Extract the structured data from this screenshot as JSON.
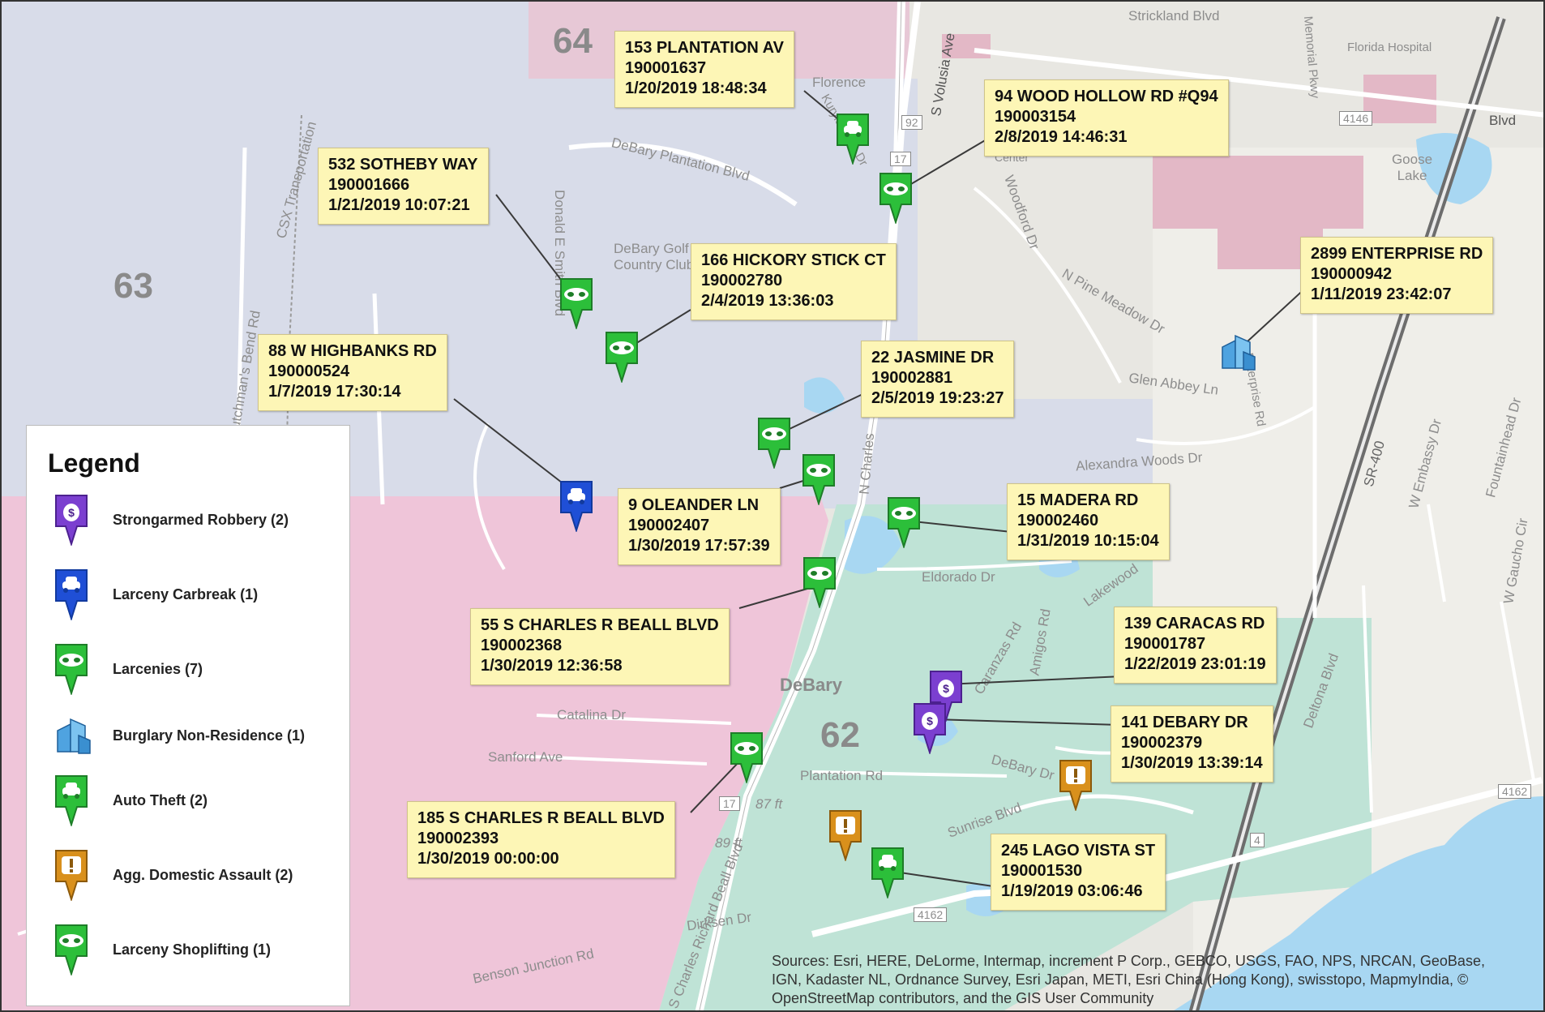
{
  "zones": [
    {
      "label": "64"
    },
    {
      "label": "63"
    },
    {
      "label": "62"
    }
  ],
  "streets": [
    "Florence",
    "DeBary Plantation Blvd",
    "Donald E Smith Blvd",
    "CSX Transportation",
    "DeBary Golf Country Club",
    "Dutchman's Bend Rd",
    "N Pine Meadow Dr",
    "Glen Abbey Ln",
    "Alexandra Woods Dr",
    "Eldorado Dr",
    "Amigos Rd",
    "Catalina Dr",
    "Sanford Ave",
    "DeBary",
    "Plantation Rd",
    "Dirksen Dr",
    "Benson Junction Rd",
    "Florida Hospital",
    "Goose Lake",
    "Blvd",
    "SR-400",
    "W Embassy Dr",
    "Fountainhead Dr",
    "W Gaucho Cir",
    "Deltona Blvd",
    "Woodford Dr",
    "Center",
    "N Charles",
    "S Volusia Ave",
    "Strickland Blvd",
    "Memorial Pkwy",
    "Enterprise Rd",
    "Kuryla Lake Dr",
    "DeBary Dr",
    "Sunrise Blvd",
    "Lakewood",
    "Caranzas Rd",
    "S Charles Richard Beall Blvd",
    "87 ft",
    "89 ft"
  ],
  "shields": [
    "92",
    "17",
    "4146",
    "4162",
    "4162",
    "17",
    "4"
  ],
  "callouts": [
    {
      "address": "153 PLANTATION AV",
      "case": "190001637",
      "datetime": "1/20/2019 18:48:34"
    },
    {
      "address": "94 WOOD HOLLOW RD #Q94",
      "case": "190003154",
      "datetime": "2/8/2019 14:46:31"
    },
    {
      "address": "532 SOTHEBY WAY",
      "case": "190001666",
      "datetime": "1/21/2019 10:07:21"
    },
    {
      "address": "166 HICKORY STICK CT",
      "case": "190002780",
      "datetime": "2/4/2019 13:36:03"
    },
    {
      "address": "2899 ENTERPRISE RD",
      "case": "190000942",
      "datetime": "1/11/2019 23:42:07"
    },
    {
      "address": "88 W HIGHBANKS RD",
      "case": "190000524",
      "datetime": "1/7/2019 17:30:14"
    },
    {
      "address": "22 JASMINE DR",
      "case": "190002881",
      "datetime": "2/5/2019 19:23:27"
    },
    {
      "address": "9 OLEANDER LN",
      "case": "190002407",
      "datetime": "1/30/2019 17:57:39"
    },
    {
      "address": "15 MADERA RD",
      "case": "190002460",
      "datetime": "1/31/2019 10:15:04"
    },
    {
      "address": "55 S CHARLES R BEALL BLVD",
      "case": "190002368",
      "datetime": "1/30/2019 12:36:58"
    },
    {
      "address": "139 CARACAS RD",
      "case": "190001787",
      "datetime": "1/22/2019 23:01:19"
    },
    {
      "address": "141 DEBARY DR",
      "case": "190002379",
      "datetime": "1/30/2019 13:39:14"
    },
    {
      "address": "185 S CHARLES R BEALL BLVD",
      "case": "190002393",
      "datetime": "1/30/2019 00:00:00"
    },
    {
      "address": "245 LAGO VISTA ST",
      "case": "190001530",
      "datetime": "1/19/2019 03:06:46"
    }
  ],
  "legend": {
    "title": "Legend",
    "items": [
      {
        "icon": "money-bag-icon",
        "label": "Strongarmed Robbery (2)",
        "color": "#7b3fd0"
      },
      {
        "icon": "car-icon",
        "label": "Larceny Carbreak (1)",
        "color": "#1f4fd6"
      },
      {
        "icon": "mask-icon",
        "label": "Larcenies (7)",
        "color": "#2cbf3a"
      },
      {
        "icon": "buildings-icon",
        "label": "Burglary Non-Residence (1)",
        "color": "#3a8fd0"
      },
      {
        "icon": "car-icon",
        "label": "Auto Theft (2)",
        "color": "#2cbf3a"
      },
      {
        "icon": "exclamation-icon",
        "label": "Agg. Domestic Assault (2)",
        "color": "#d9901c"
      },
      {
        "icon": "mask-icon",
        "label": "Larceny Shoplifting (1)",
        "color": "#2cbf3a"
      }
    ]
  },
  "attribution": "Sources: Esri, HERE, DeLorme, Intermap, increment P Corp., GEBCO, USGS, FAO, NPS, NRCAN, GeoBase, IGN, Kadaster NL, Ordnance Survey, Esri Japan, METI, Esri China (Hong Kong), swisstopo, MapmyIndia, © OpenStreetMap contributors, and the GIS User Community"
}
